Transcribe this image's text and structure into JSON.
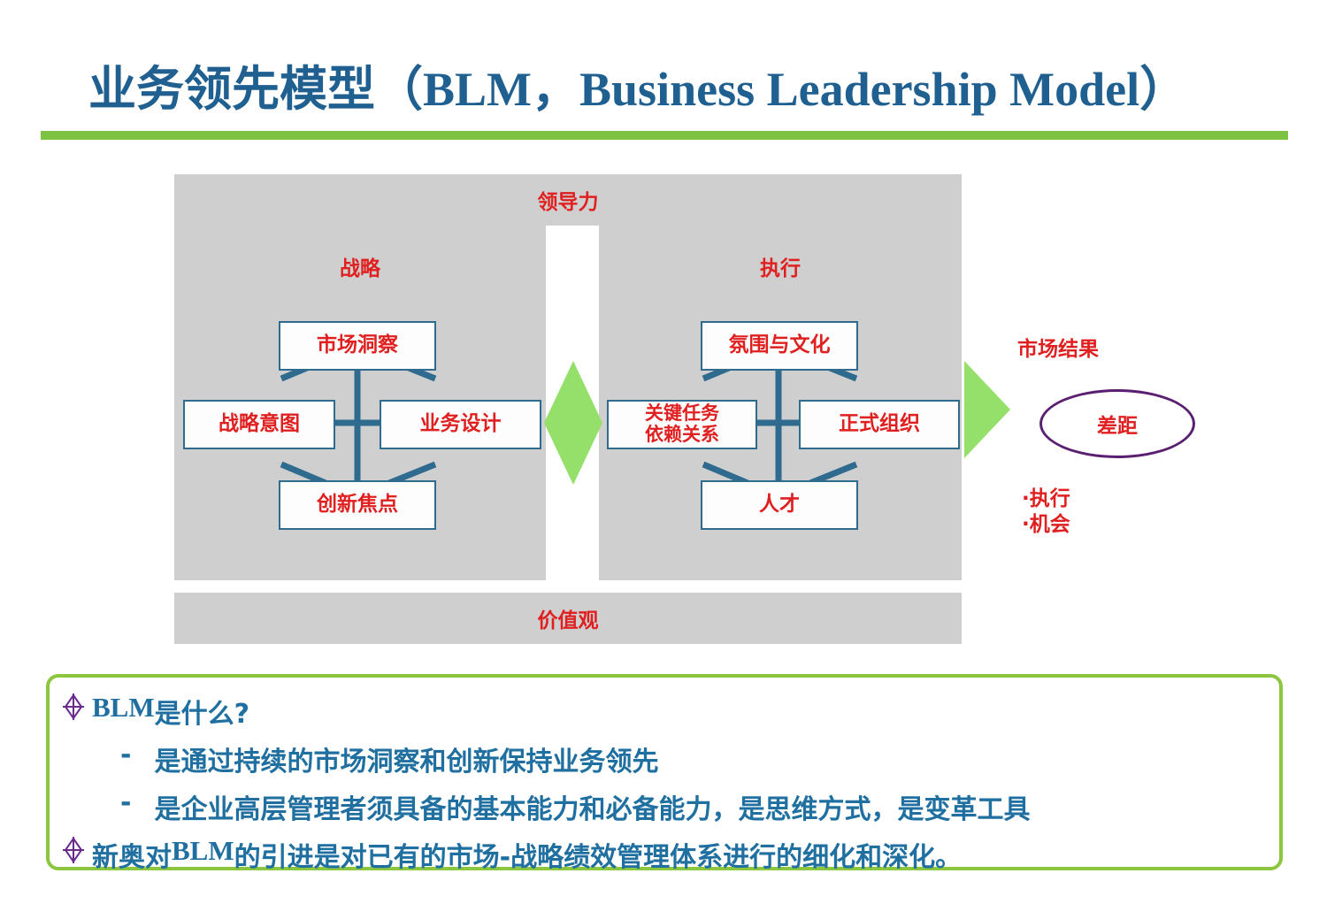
{
  "slide": {
    "title_cjk": "业务领先模型（",
    "title_latin": "BLM，Business Leadership Model",
    "title_close": "）",
    "title_full": "业务领先模型（BLM，Business Leadership Model）",
    "accent_green": "#7DC242",
    "accent_blue": "#1F6090",
    "accent_red": "#E02020",
    "panel_grey": "#CFCFCF",
    "box_border_blue": "#2E6B8F",
    "arrow_green": "#94E06A",
    "ellipse_purple": "#5B1F72"
  },
  "diagram": {
    "top_band_label": "领导力",
    "bottom_band_label": "价值观",
    "strategy": {
      "panel_title": "战略",
      "nodes": {
        "top": "市场洞察",
        "left": "战略意图",
        "right": "业务设计",
        "bottom": "创新焦点"
      }
    },
    "execution": {
      "panel_title": "执行",
      "nodes": {
        "top": "氛围与文化",
        "left_line1": "关键任务",
        "left_line2": "依赖关系",
        "right": "正式组织",
        "bottom": "人才"
      }
    },
    "results": {
      "title": "市场结果",
      "gap_label": "差距",
      "bullets": [
        "·执行",
        "·机会"
      ]
    }
  },
  "note": {
    "heading_latin": "BLM",
    "heading_cjk": "是什么?",
    "bullets": [
      "是通过持续的市场洞察和创新保持业务领先",
      "是企业高层管理者须具备的基本能力和必备能力，是思维方式，是变革工具"
    ],
    "dash": "-",
    "last_pre": "新奥对",
    "last_latin": "BLM",
    "last_post": "的引进是对已有的市场-战略绩效管理体系进行的细化和深化。"
  }
}
